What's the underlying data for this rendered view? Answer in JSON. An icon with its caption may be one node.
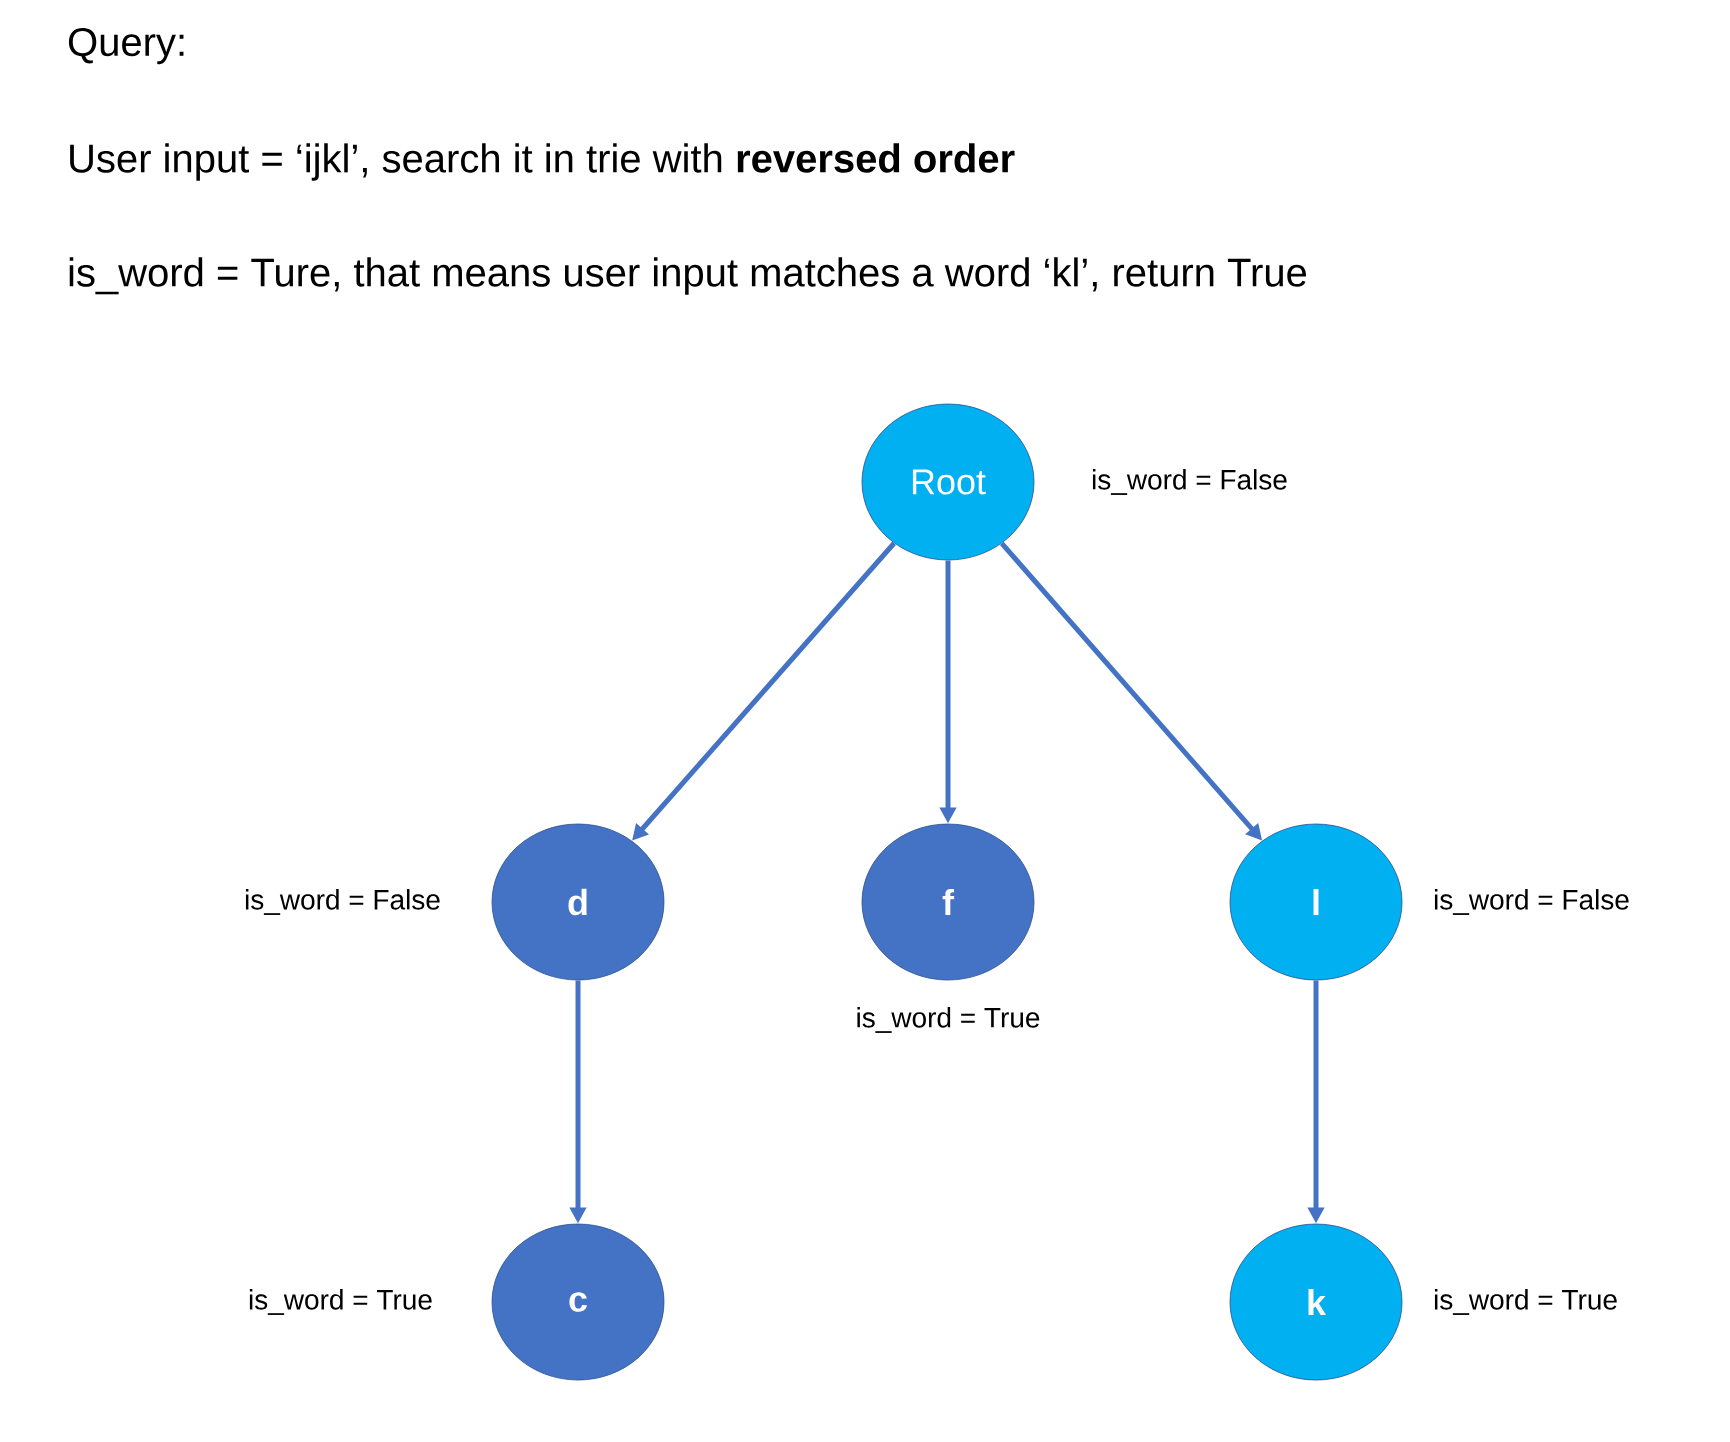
{
  "diagram": {
    "title": "Query:",
    "labels": [
      "User input = ‘ijkl’, search it in trie with **reversed order**",
      "is_word = Ture, that means user input matches a word ‘kl’, return True"
    ],
    "nodes": [
      {
        "text": [
          "Root"
        ],
        "beside": [
          "is_word = False"
        ]
      },
      {
        "text": [
          "d"
        ],
        "beside": [
          "is_word = False"
        ]
      },
      {
        "text": [
          "f"
        ],
        "beside": [
          "is_word = True"
        ]
      },
      {
        "text": [
          "l"
        ],
        "beside": [
          "is_word = False"
        ]
      },
      {
        "text": [
          "c"
        ],
        "beside": [
          "is_word = True"
        ]
      },
      {
        "text": [
          "k"
        ],
        "beside": [
          "is_word = True"
        ]
      }
    ],
    "edges": [
      {
        "from": 0,
        "to": 1,
        "arrow": "to"
      },
      {
        "from": 0,
        "to": 2,
        "arrow": "to"
      },
      {
        "from": 0,
        "to": 3,
        "arrow": "to"
      },
      {
        "from": 1,
        "to": 4,
        "arrow": "to"
      },
      {
        "from": 3,
        "to": 5,
        "arrow": "to"
      }
    ]
  }
}
